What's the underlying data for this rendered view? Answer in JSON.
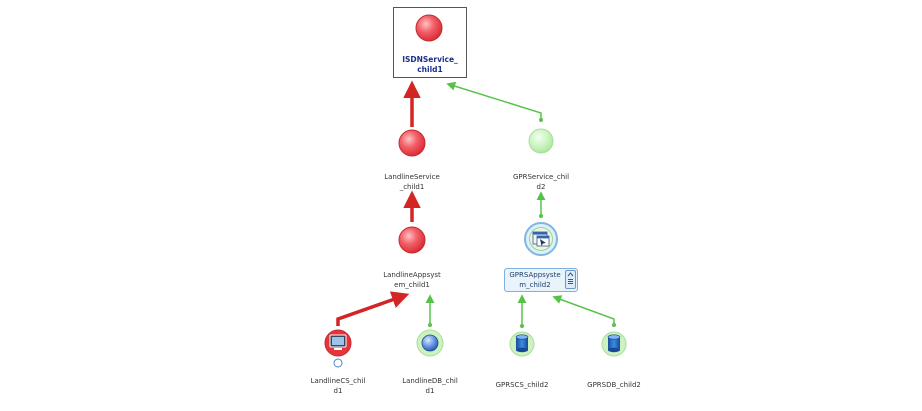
{
  "diagram": {
    "nodes": {
      "isdn": {
        "label": "ISDNService_\nchild1",
        "status": "critical",
        "selected": true
      },
      "landline_service": {
        "label": "LandlineService\n_child1",
        "status": "critical"
      },
      "gprs_service": {
        "label": "GPRService_chil\nd2",
        "status": "normal"
      },
      "landline_appsys": {
        "label": "LandlineAppsyst\nem_child1",
        "status": "critical"
      },
      "gprs_appsys": {
        "label": "GPRSAppsyste\nm_child2",
        "status": "normal",
        "icon": "application-window-icon"
      },
      "landline_cs": {
        "label": "LandlineCS_chil\nd1",
        "status": "critical",
        "icon": "monitor-icon"
      },
      "landline_db": {
        "label": "LandlineDB_chil\nd1",
        "status": "normal",
        "icon": "sphere-icon"
      },
      "gprs_cs": {
        "label": "GPRSCS_child2",
        "status": "normal",
        "icon": "database-icon"
      },
      "gprs_db": {
        "label": "GPRSDB_child2",
        "status": "normal",
        "icon": "database-icon"
      }
    },
    "colors": {
      "critical": "#e8333a",
      "critical_edge": "#d42525",
      "normal_edge": "#57c24a",
      "healthy_node": "#bff0b2",
      "db_blue": "#1f6fc9"
    }
  }
}
